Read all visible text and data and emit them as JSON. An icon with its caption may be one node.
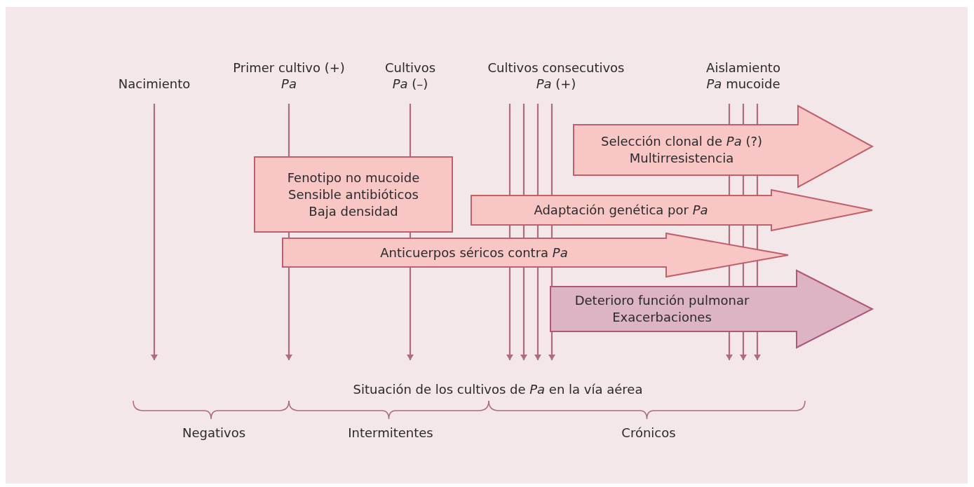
{
  "diagram": {
    "nodes": [
      {
        "text": [
          "Nacimiento"
        ]
      },
      {
        "text": [
          "Primer cultivo (+) *Pa*"
        ]
      },
      {
        "text": [
          "Cultivos *Pa* (–)"
        ]
      },
      {
        "text": [
          "Cultivos consecutivos *Pa* (+)"
        ]
      },
      {
        "text": [
          "Aislamiento *Pa* mucoide"
        ]
      },
      {
        "text": [
          "Fenotipo no mucoide",
          "Sensible antibióticos",
          "Baja densidad"
        ]
      },
      {
        "text": [
          "Selección clonal de *Pa* (?)",
          "Multirresistencia"
        ]
      },
      {
        "text": [
          "Adaptación genética por *Pa*"
        ]
      },
      {
        "text": [
          "Anticuerpos séricos contra *Pa*"
        ]
      },
      {
        "text": [
          "Deterioro función pulmonar",
          "Exacerbaciones"
        ]
      }
    ],
    "edges": [
      {
        "from": 0,
        "to": null,
        "arrow": "to"
      },
      {
        "from": 1,
        "to": null,
        "arrow": "to"
      },
      {
        "from": 2,
        "to": null,
        "arrow": "to"
      },
      {
        "from": 3,
        "to": null,
        "arrow": "to"
      },
      {
        "from": 3,
        "to": null,
        "arrow": "to"
      },
      {
        "from": 3,
        "to": null,
        "arrow": "to"
      },
      {
        "from": 3,
        "to": null,
        "arrow": "to"
      },
      {
        "from": 4,
        "to": null,
        "arrow": "to"
      },
      {
        "from": 4,
        "to": null,
        "arrow": "to"
      },
      {
        "from": 4,
        "to": null,
        "arrow": "to"
      }
    ],
    "labels": [
      "Situación de los cultivos de *Pa* en la vía aérea",
      "Negativos",
      "Intermitentes",
      "Crónicos"
    ]
  }
}
